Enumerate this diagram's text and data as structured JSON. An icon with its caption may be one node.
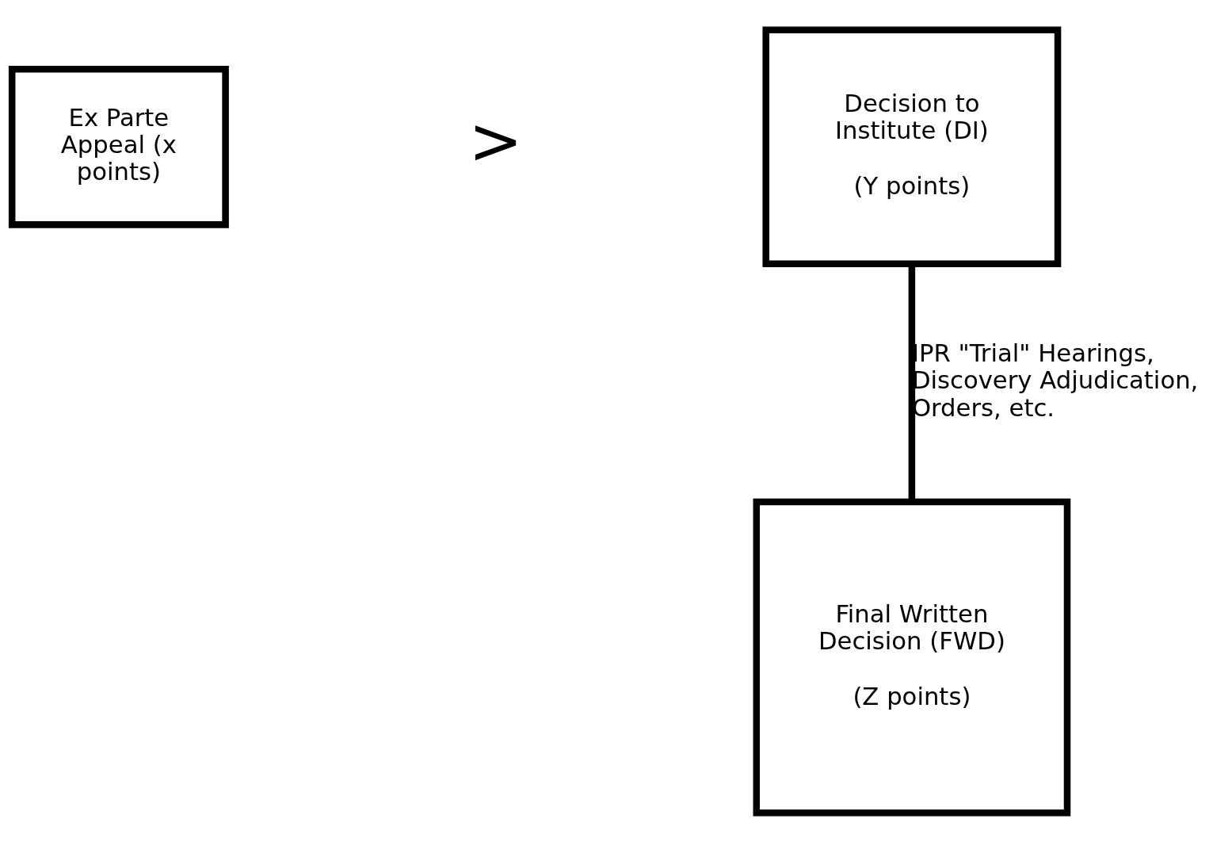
{
  "diagram": {
    "nodes": [
      {
        "text": [
          "Ex Parte Appeal (x points)"
        ]
      },
      {
        "text": [
          "Decision to Institute (DI)",
          "(Y points)"
        ]
      },
      {
        "text": [
          "Final Written Decision (FWD)",
          "(Z points)"
        ]
      }
    ],
    "edges": [
      {
        "from": 1,
        "to": 2,
        "arrow": "none",
        "label": "IPR \"Trial\" Hearings, Discovery Adjudication, Orders, etc."
      }
    ],
    "labels": [
      ">"
    ]
  }
}
